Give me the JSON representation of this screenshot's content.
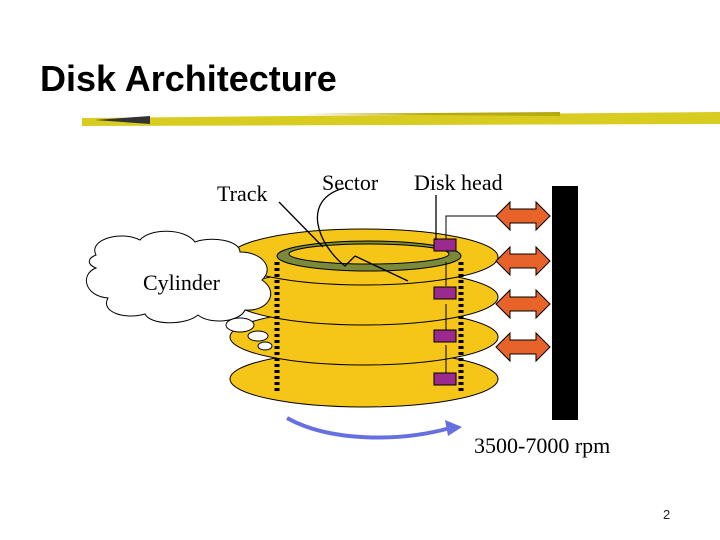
{
  "slide": {
    "title": "Disk Architecture",
    "page_number": "2"
  },
  "labels": {
    "track": "Track",
    "sector": "Sector",
    "disk_head": "Disk head",
    "cylinder": "Cylinder",
    "rpm": "3500-7000 rpm"
  },
  "colors": {
    "platter": "#f5c518",
    "sector_band": "#7a8a3a",
    "head": "#9b2a8e",
    "arm": "#e8632a",
    "spindle": "#000000",
    "rotation_arrow": "#6670e0",
    "title_underline": "#d8cc20"
  }
}
